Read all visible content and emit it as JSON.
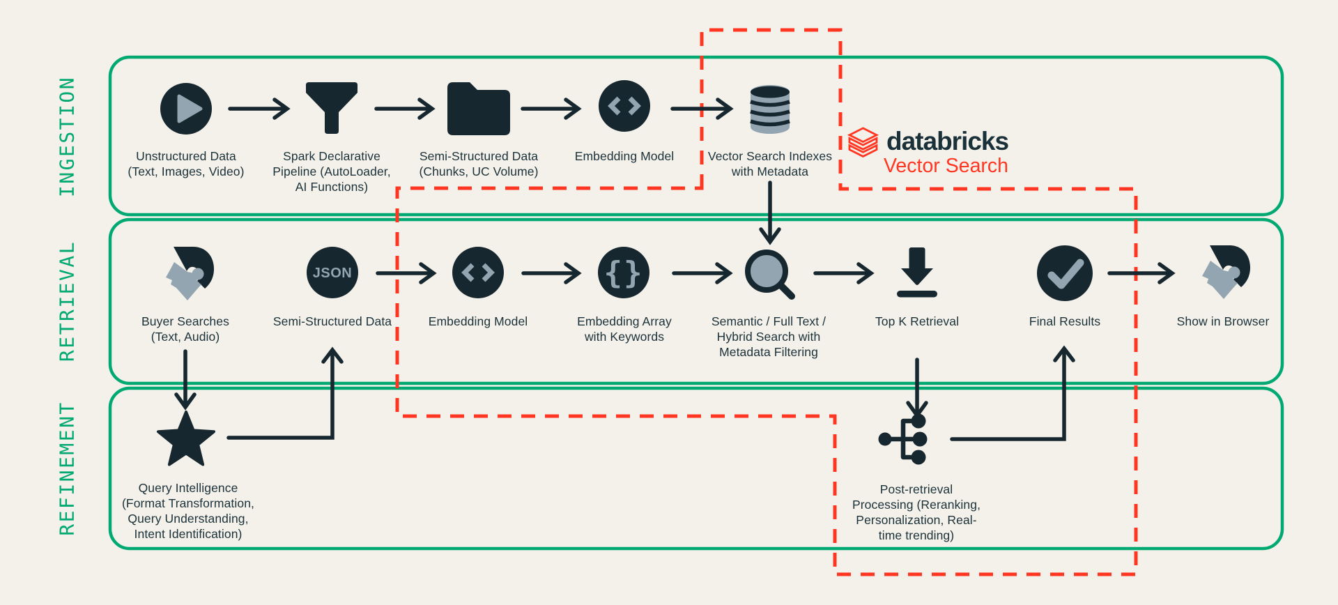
{
  "palette": {
    "background": "#F4F1EA",
    "navy": "#17272F",
    "slate": "#94A5B2",
    "green": "#00A972",
    "red": "#FF3621"
  },
  "sections": [
    {
      "label": "INGESTION"
    },
    {
      "label": "RETRIEVAL"
    },
    {
      "label": "REFINEMENT"
    }
  ],
  "logo": {
    "brand": "databricks",
    "product": "Vector Search"
  },
  "glyphs": {
    "json": "JSON",
    "braces": "{}"
  },
  "nodes": {
    "ingestion": [
      {
        "icon": "play-icon",
        "label": "Unstructured Data\n(Text, Images, Video)"
      },
      {
        "icon": "funnel-icon",
        "label": "Spark Declarative\nPipeline (AutoLoader,\nAI Functions)"
      },
      {
        "icon": "folder-icon",
        "label": "Semi-Structured Data\n(Chunks, UC Volume)"
      },
      {
        "icon": "code-icon",
        "label": "Embedding Model"
      },
      {
        "icon": "database-icon",
        "label": "Vector Search Indexes\nwith Metadata"
      }
    ],
    "retrieval": [
      {
        "icon": "persona-icon",
        "label": "Buyer Searches\n(Text, Audio)"
      },
      {
        "icon": "json-icon",
        "label": "Semi-Structured Data"
      },
      {
        "icon": "code-icon",
        "label": "Embedding Model"
      },
      {
        "icon": "braces-icon",
        "label": "Embedding Array\nwith Keywords"
      },
      {
        "icon": "search-icon",
        "label": "Semantic / Full Text /\nHybrid Search with\nMetadata Filtering"
      },
      {
        "icon": "download-icon",
        "label": "Top K Retrieval"
      },
      {
        "icon": "check-icon",
        "label": "Final Results"
      },
      {
        "icon": "persona-icon",
        "label": "Show in Browser"
      }
    ],
    "refinement": [
      {
        "icon": "star-icon",
        "label": "Query Intelligence\n(Format Transformation,\nQuery Understanding,\nIntent Identification)"
      },
      {
        "icon": "hierarchy-icon",
        "label": "Post-retrieval\nProcessing (Reranking,\nPersonalization, Real-\ntime trending)"
      }
    ]
  }
}
